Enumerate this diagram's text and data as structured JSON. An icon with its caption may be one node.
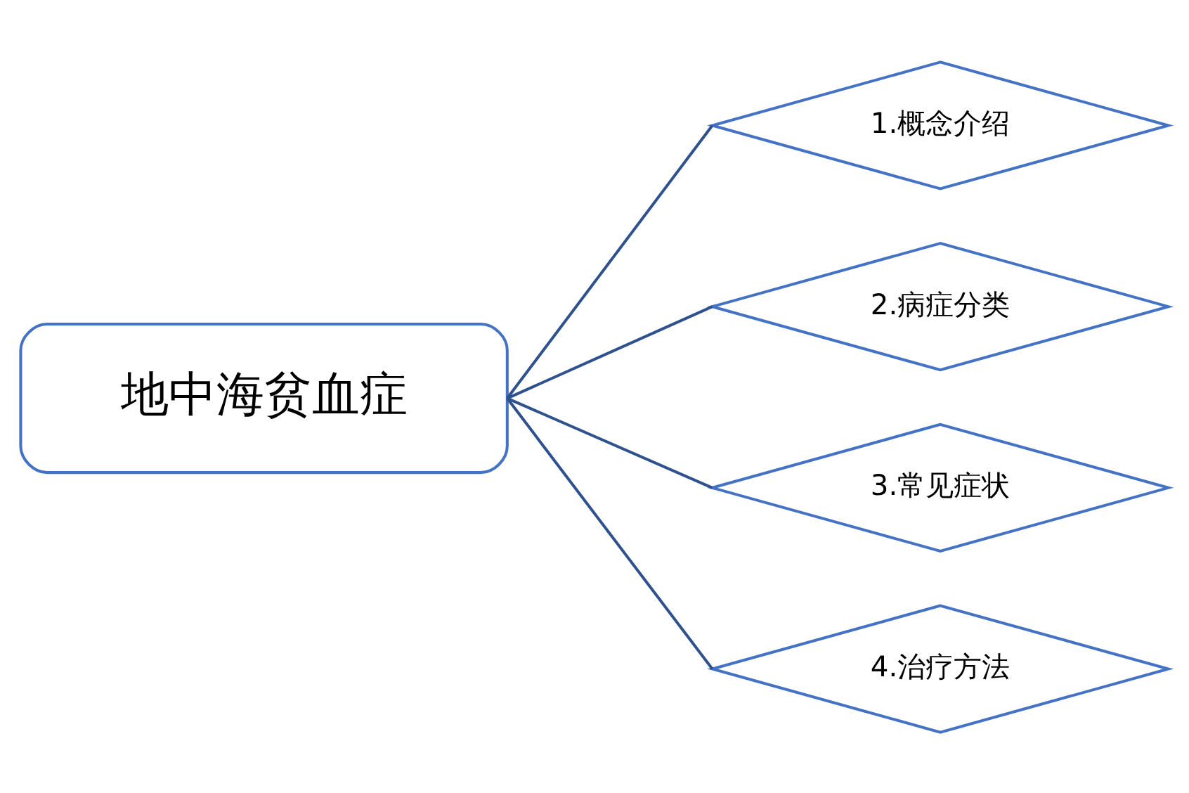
{
  "diagram": {
    "nodes": [
      {
        "text": [
          "地中海贫血症"
        ]
      },
      {
        "text": [
          "1.概念介绍"
        ]
      },
      {
        "text": [
          "2.病症分类"
        ]
      },
      {
        "text": [
          "3.常见症状"
        ]
      },
      {
        "text": [
          "4.治疗方法"
        ]
      }
    ],
    "edges": [
      {
        "from": 0,
        "to": 1,
        "arrow": "none"
      },
      {
        "from": 0,
        "to": 2,
        "arrow": "none"
      },
      {
        "from": 0,
        "to": 3,
        "arrow": "none"
      },
      {
        "from": 0,
        "to": 4,
        "arrow": "none"
      }
    ]
  }
}
